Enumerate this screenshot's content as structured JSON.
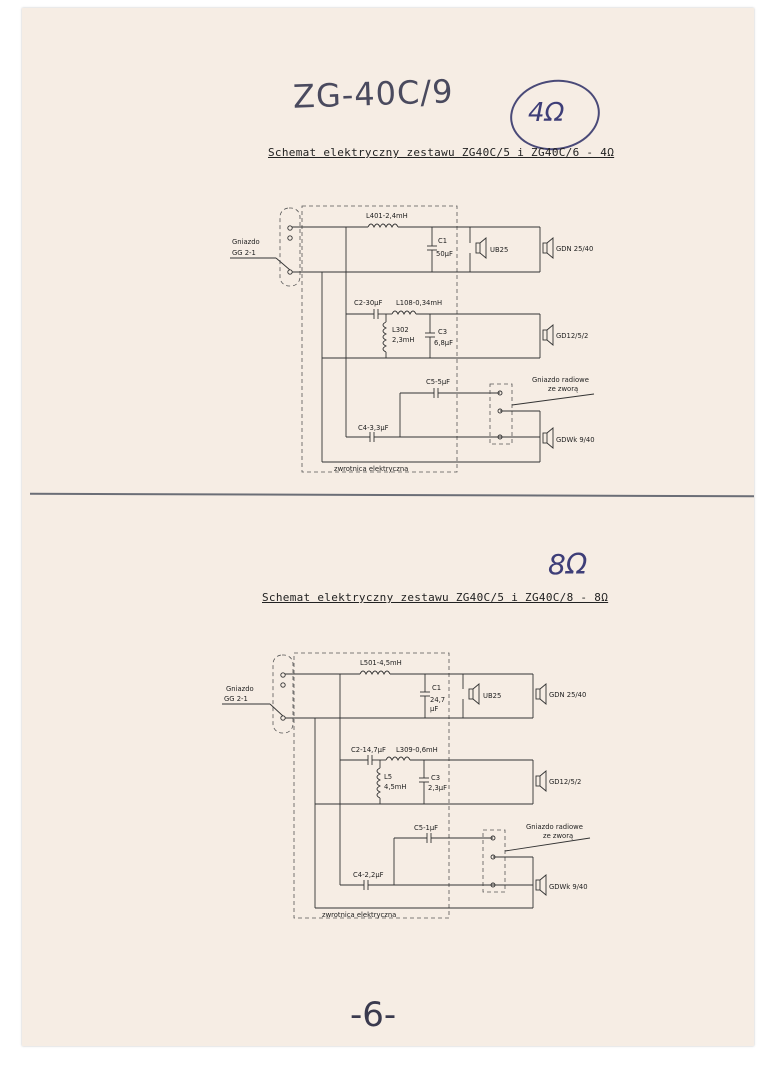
{
  "header": {
    "handwritten_title": "ZG-40C/9",
    "impedance_4": "4Ω",
    "impedance_8": "8Ω",
    "page_number": "-6-"
  },
  "diagram_4ohm": {
    "title": "Schemat elektryczny zestawu ZG40C/5 i ZG40C/6 - 4Ω",
    "socket": "Gniazdo\nGG 2-1",
    "socket_line1": "Gniazdo",
    "socket_line2": "GG 2-1",
    "l1": "L401-2,4mH",
    "c1": "C1",
    "c1_val": "50μF",
    "tw1": "UB25",
    "wf": "GDN 25/40",
    "c2": "C2-30μF",
    "l2": "L108-0,34mH",
    "l3": "L302",
    "l3_val": "2,3mH",
    "c3": "C3",
    "c3_val": "6,8μF",
    "mid": "GD12/5/2",
    "c5": "C5-5μF",
    "radio": "Gniazdo radiowe",
    "radio2": "ze zworą",
    "c4": "C4-3,3μF",
    "tw2": "GDWk 9/40",
    "bridge": "zwrotnica elektryczna"
  },
  "diagram_8ohm": {
    "title": "Schemat elektryczny zestawu ZG40C/5 i ZG40C/8 - 8Ω",
    "socket_line1": "Gniazdo",
    "socket_line2": "GG 2-1",
    "l1": "L501-4,5mH",
    "c1": "C1",
    "c1_val": "24,7",
    "c1_unit": "μF",
    "tw1": "UB25",
    "wf": "GDN 25/40",
    "c2": "C2-14,7μF",
    "l2": "L309-0,6mH",
    "l3": "L5",
    "l3_val": "4,5mH",
    "c3": "C3",
    "c3_val": "2,3μF",
    "mid": "GD12/5/2",
    "c5": "C5-1μF",
    "radio": "Gniazdo radiowe",
    "radio2": "ze zworą",
    "c4": "C4-2,2μF",
    "tw2": "GDWk 9/40",
    "bridge": "zwrotnica elektryczna"
  }
}
